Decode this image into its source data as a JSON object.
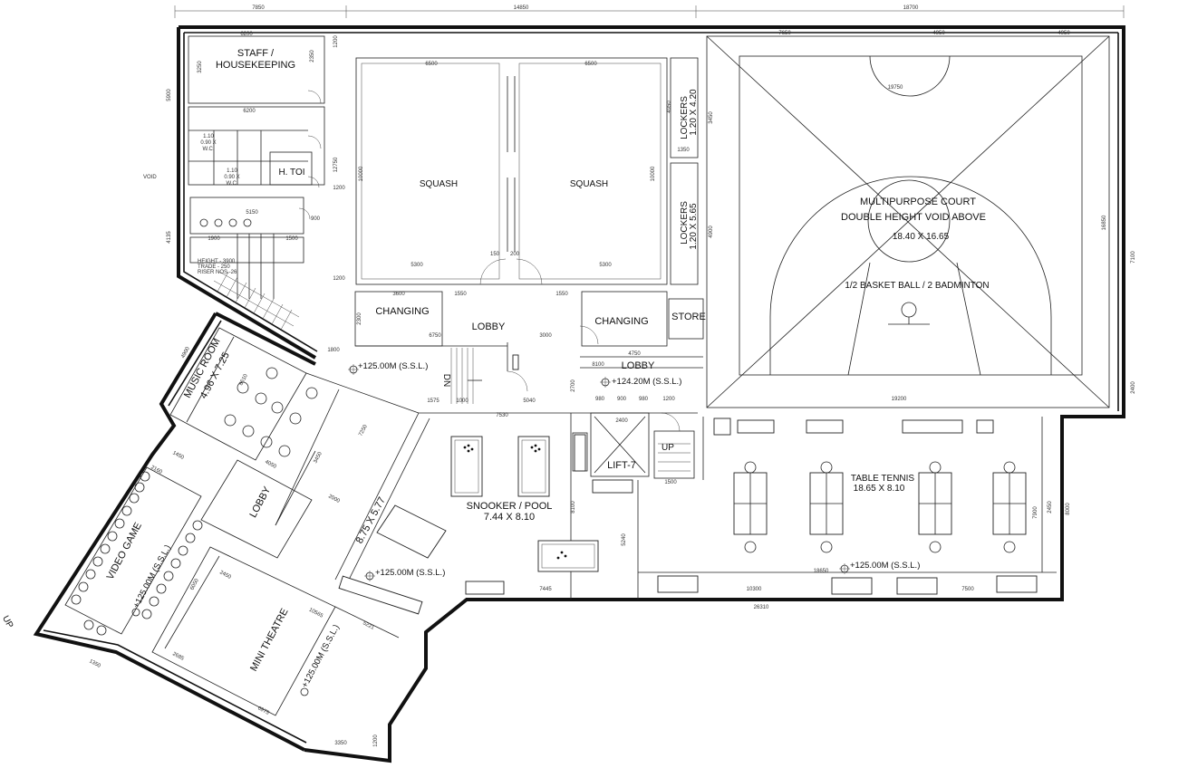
{
  "plan": {
    "overall_dims": [
      "7850",
      "14850",
      "18700"
    ],
    "rooms": {
      "staff": "STAFF /",
      "staff2": "HOUSEKEEPING",
      "htoi": "H. TOI",
      "squash_left": "SQUASH",
      "squash_right": "SQUASH",
      "lockers_top": "LOCKERS",
      "lockers_top_size": "1.20 X 4.20",
      "lockers_bottom": "LOCKERS",
      "lockers_bottom_size": "1.20 X 5.65",
      "court": "MULTIPURPOSE COURT",
      "court_sub": "DOUBLE HEIGHT VOID ABOVE",
      "court_size": "18.40 X 16.65",
      "court_use": "1/2 BASKET BALL  /  2 BADMINTON",
      "changing_left": "CHANGING",
      "changing_right": "CHANGING",
      "lobby_center": "LOBBY",
      "lobby_right": "LOBBY",
      "store": "STORE",
      "music": "MUSIC ROOM",
      "music_size": "4.96 X 7.25",
      "snooker": "SNOOKER  / POOL",
      "snooker_size": "7.44 X 8.10",
      "lift": "LIFT-7",
      "up": "UP",
      "dn": "DN",
      "table_tennis": "TABLE TENNIS",
      "table_tennis_size": "18.65 X 8.10",
      "lobby_west": "LOBBY",
      "cards_size": "8.75 X 5.77",
      "video": "VIDEO GAME",
      "theatre": "MINI THEATRE",
      "void": "VOID",
      "up_edge": "UP"
    },
    "levels": {
      "l1": "+125.00M (S.S.L.)",
      "l2": "+124.20M (S.S.L.)",
      "l3": "+125.00M (S.S.L.)",
      "l4": "+125.00M (S.S.L.)",
      "l5": "+125.00M (S.S.L.)",
      "l6": "+125.00M (S.S.L.)"
    },
    "stair_notes": [
      "HEIGHT - 3900",
      "TRADE - 250",
      "RISER NOS.-26"
    ],
    "wc": [
      "1.10",
      "0.90 X",
      "W.C.",
      "1.10",
      "0.90 X",
      "W.C."
    ],
    "dims": {
      "d6200a": "6200",
      "d6200b": "6200",
      "d5900": "5900",
      "d3250": "3250",
      "d2350": "2350",
      "d1200a": "1200",
      "d12750": "12750",
      "d1200b": "1200",
      "d1200c": "1200",
      "d4135": "4135",
      "d5150": "5150",
      "d1900": "1900",
      "d1500": "1500",
      "d900": "900",
      "d6500a": "6500",
      "d6500b": "6500",
      "d10000a": "10000",
      "d10000b": "10000",
      "d5300a": "5300",
      "d5300b": "5300",
      "d150": "150",
      "d200": "200",
      "d4950": "4950",
      "d3450": "3450",
      "d1350": "1350",
      "d4900": "4900",
      "d7650": "7650",
      "d4950b": "4950",
      "d4950c": "4950",
      "d19750": "19750",
      "d16850": "16850",
      "d7100": "7100",
      "d2400": "2400",
      "d19200": "19200",
      "d3600": "3600",
      "d1550": "1550",
      "d1550b": "1550",
      "d2300": "2300",
      "d6750": "6750",
      "d3000": "3000",
      "d4750": "4750",
      "d8100a": "8100",
      "d8100b": "8100",
      "d2700": "2700",
      "d1800": "1800",
      "d1575": "1575",
      "d1000": "1000",
      "d5040": "5040",
      "d7530": "7530",
      "d980a": "980",
      "d900b": "900",
      "d980b": "980",
      "d1200d": "1200",
      "d5240": "5240",
      "d7445": "7445",
      "d10300": "10300",
      "d18650": "18650",
      "d7500": "7500",
      "d26310": "26310",
      "d2450": "2450",
      "d7900": "7900",
      "d8000": "8000",
      "d4900b": "4900",
      "d8610": "8610",
      "d4050": "4050",
      "d3450b": "3450",
      "d2000": "2000",
      "d7250": "7250",
      "d1450": "1450",
      "d2450b": "2450",
      "d6050": "6050",
      "d10565": "10565",
      "d5221": "5221",
      "d2685": "2685",
      "d6975": "6975",
      "d3350": "3350",
      "d1350b": "1350",
      "d2160": "2160",
      "d1200e": "1200",
      "d1500b": "1500"
    }
  }
}
